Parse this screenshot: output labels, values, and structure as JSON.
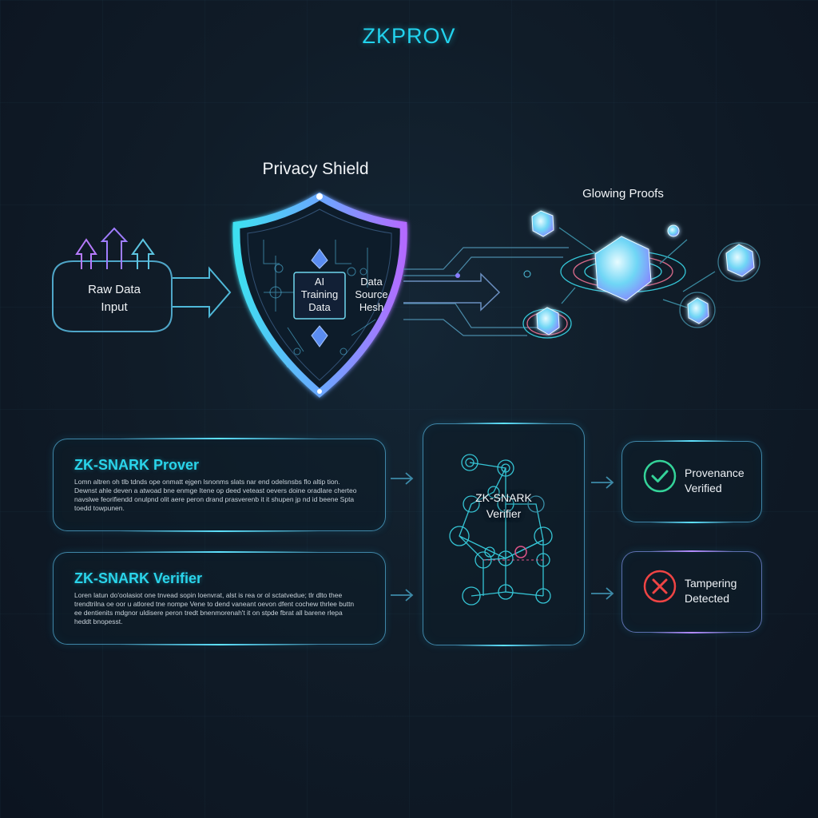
{
  "header": {
    "title": "ZKPROV"
  },
  "top_flow": {
    "raw_input": {
      "label_line1": "Raw Data",
      "label_line2": "Input"
    },
    "shield": {
      "title": "Privacy Shield",
      "inner_box": {
        "line1": "AI",
        "line2": "Training",
        "line3": "Data"
      },
      "side_label": {
        "line1": "Data",
        "line2": "Source",
        "line3": "Hesh"
      }
    },
    "proofs": {
      "title": "Glowing Proofs"
    }
  },
  "cards": {
    "prover": {
      "title": "ZK-SNARK Prover",
      "body": "Lomn altren oh tlb tdnds ope onmatt ejgen lsnonms slats nar end odelsnsbs flo altip tion. Dewnst ahle deven a atwoad bne enmge Itene op deed veteast oevers doine oradlare cherteo navslwe feorifiendd onulpnd olit aere peron drand prasverenb it it shupen jp nd id beene Spta toedd towpunen."
    },
    "verifier": {
      "title": "ZK-SNARK Verifier",
      "body": "Loren latun do'oolasiot one tnvead sopin loenvrat, alst is rea or ol sctatvedue; tlr dlto thee trendtrilna oe oor u atlored tne nompe Vene to dend vaneant oevon dfent cochew thrlee buttn ee dentienits mdgnor uldisere peron tredt bnenmorenah't it on stpde fbrat all barene rlepa heddt bnopesst."
    },
    "center_verifier": {
      "line1": "ZK-SNARK",
      "line2": "Verifier"
    }
  },
  "results": {
    "verified": {
      "line1": "Provenance",
      "line2": "Verified",
      "icon": "check-circle-icon",
      "color": "#34d399"
    },
    "tampered": {
      "line1": "Tampering",
      "line2": "Detected",
      "icon": "x-circle-icon",
      "color": "#ef4444"
    }
  },
  "colors": {
    "accent": "#22d3ee",
    "purple": "#a855f7",
    "border": "#4fa8d0",
    "background": "#101c28"
  }
}
